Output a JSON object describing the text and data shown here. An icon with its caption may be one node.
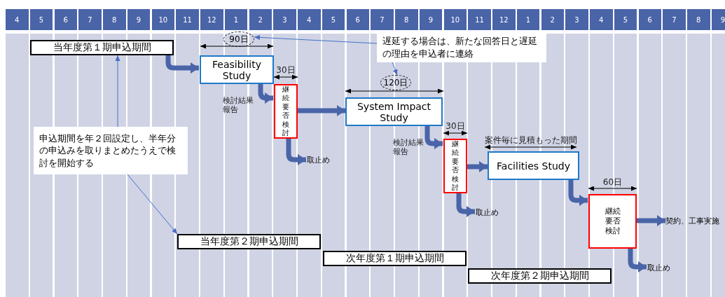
{
  "diagram": {
    "nodes": [
      {
        "text": [
          "当年度第１期申込期間"
        ]
      },
      {
        "text": [
          "Feasibility Study"
        ]
      },
      {
        "text": [
          "継続要否検討"
        ]
      },
      {
        "text": [
          "System Impact Study"
        ]
      },
      {
        "text": [
          "継続要否検討"
        ]
      },
      {
        "text": [
          "Facilities Study"
        ]
      },
      {
        "text": [
          "継続要否検討"
        ]
      },
      {
        "text": [
          "取止め"
        ]
      },
      {
        "text": [
          "取止め"
        ]
      },
      {
        "text": [
          "取止め"
        ]
      },
      {
        "text": [
          "契約、工事実施"
        ]
      },
      {
        "text": [
          "申込期間を年２回設定し、半年分の申込みを取りまとめたうえで検討を開始する"
        ]
      },
      {
        "text": [
          "遅延する場合は、新たな回答日と遅延の理由を申込者に連絡"
        ]
      },
      {
        "text": [
          "当年度第２期申込期間"
        ]
      },
      {
        "text": [
          "次年度第１期申込期間"
        ]
      },
      {
        "text": [
          "次年度第２期申込期間"
        ]
      },
      {
        "text": [
          "90日"
        ]
      },
      {
        "text": [
          "120日"
        ]
      }
    ],
    "edges": [
      {
        "from": 0,
        "to": 1,
        "arrow": "to"
      },
      {
        "from": 1,
        "to": 2,
        "arrow": "to",
        "label": "検討結果報告"
      },
      {
        "from": 2,
        "to": 3,
        "arrow": "to"
      },
      {
        "from": 2,
        "to": 7,
        "arrow": "to"
      },
      {
        "from": 3,
        "to": 4,
        "arrow": "to",
        "label": "検討結果報告"
      },
      {
        "from": 4,
        "to": 5,
        "arrow": "to"
      },
      {
        "from": 4,
        "to": 8,
        "arrow": "to"
      },
      {
        "from": 5,
        "to": 6,
        "arrow": "to"
      },
      {
        "from": 6,
        "to": 10,
        "arrow": "to"
      },
      {
        "from": 6,
        "to": 9,
        "arrow": "to"
      },
      {
        "from": 11,
        "to": 0,
        "arrow": "to",
        "color": "#4472c4"
      },
      {
        "from": 11,
        "to": 13,
        "arrow": "to",
        "color": "#4472c4"
      },
      {
        "from": 12,
        "to": 16,
        "arrow": "to",
        "color": "#4472c4"
      },
      {
        "from": 12,
        "to": 17,
        "arrow": "to",
        "color": "#4472c4"
      }
    ],
    "labels": [
      "4",
      "5",
      "6",
      "7",
      "8",
      "9",
      "10",
      "11",
      "12",
      "1",
      "2",
      "3",
      "4",
      "5",
      "6",
      "7",
      "8",
      "9",
      "10",
      "11",
      "12",
      "1",
      "2",
      "3",
      "4",
      "5",
      "6",
      "7",
      "8",
      "9",
      "30日",
      "30日",
      "案件毎に見積もった期間",
      "60日"
    ]
  }
}
